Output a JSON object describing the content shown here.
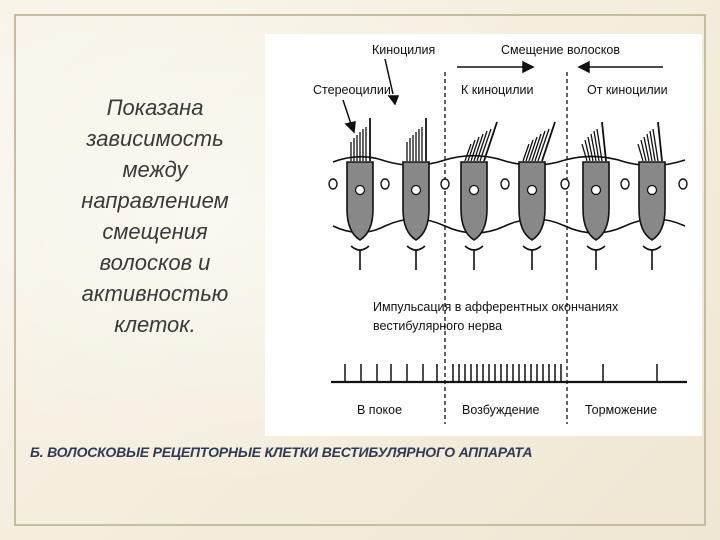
{
  "slide_text": "Показана зависимость между направлением смещения волосков и активностью клеток.",
  "figure": {
    "label_kinocilia": "Киноцилия",
    "label_hair_shift": "Смещение волосков",
    "label_stereocilia": "Стереоцилии",
    "label_toward_kinocilium": "К киноцилии",
    "label_away_kinocilium": "От киноцилии",
    "label_impulse_line1": "Импульсация в афферентных окончаниях",
    "label_impulse_line2": "вестибулярного нерва",
    "label_rest": "В покое",
    "label_excitation": "Возбуждение",
    "label_inhibition": "Торможение"
  },
  "caption": "Б. ВОЛОСКОВЫЕ РЕЦЕПТОРНЫЕ КЛЕТКИ ВЕСТИБУЛЯРНОГО АППАРАТА"
}
